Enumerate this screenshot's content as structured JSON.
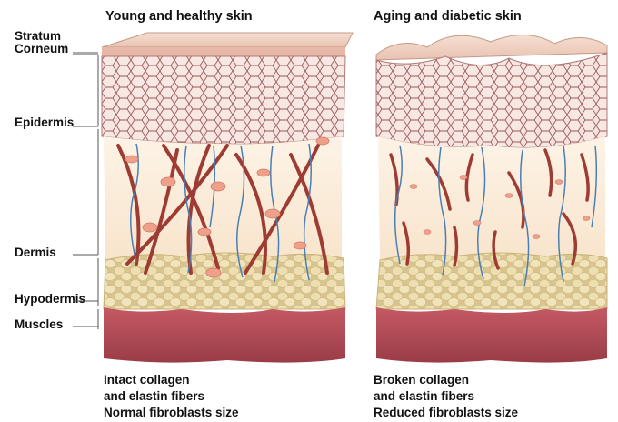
{
  "panels": {
    "left": {
      "title": "Young and healthy skin",
      "caption": [
        "Intact collagen",
        "and elastin fibers",
        "Normal fibroblasts size"
      ]
    },
    "right": {
      "title": "Aging and diabetic skin",
      "caption": [
        "Broken collagen",
        "and elastin fibers",
        "Reduced fibroblasts size"
      ]
    }
  },
  "layers": {
    "stratum": [
      "Stratum",
      "Corneum"
    ],
    "epidermis": "Epidermis",
    "dermis": "Dermis",
    "hypodermis": "Hypodermis",
    "muscles": "Muscles"
  },
  "colors": {
    "stratum": "#f2d3c2",
    "epidermis_cells": "#f5e2de",
    "epidermis_lines": "#9a5a5a",
    "dermis": "#fbeede",
    "collagen": "#9e3b33",
    "elastin": "#4a7fb5",
    "fibroblast": "#efa08a",
    "fat": "#eedfb0",
    "muscle": "#b8545e"
  }
}
